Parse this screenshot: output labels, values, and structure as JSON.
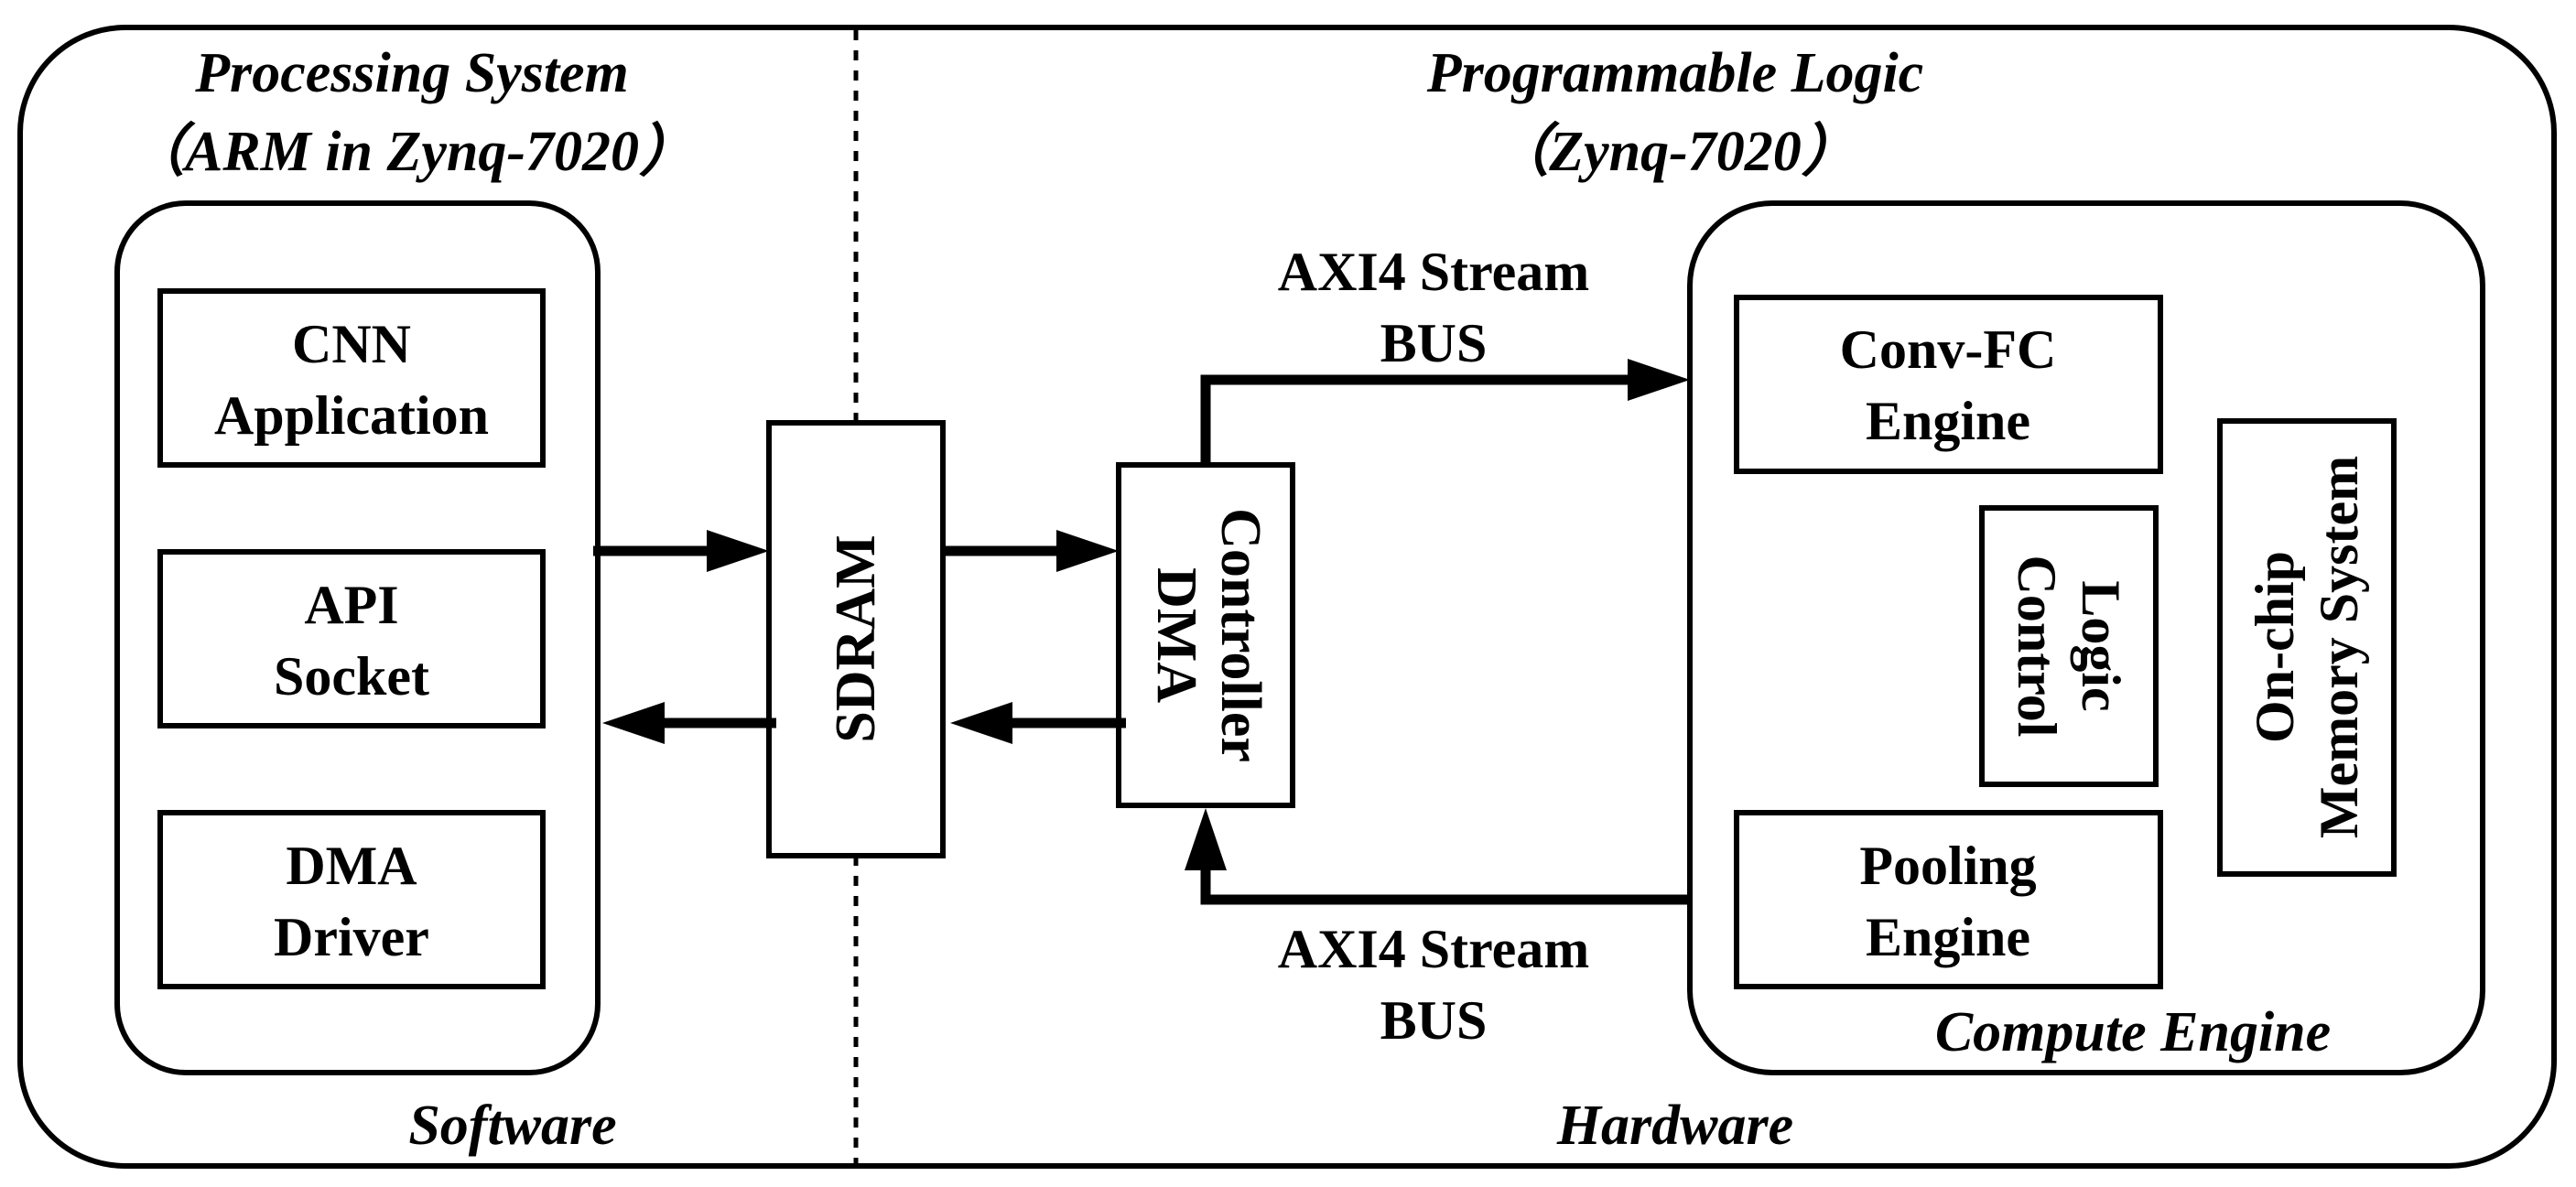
{
  "processing_system": {
    "title_line1": "Processing System",
    "title_line2": "（ARM in Zynq-7020）",
    "footer": "Software",
    "blocks": [
      {
        "line1": "CNN",
        "line2": "Application"
      },
      {
        "line1": "API",
        "line2": "Socket"
      },
      {
        "line1": "DMA",
        "line2": "Driver"
      }
    ]
  },
  "programmable_logic": {
    "title_line1": "Programmable Logic",
    "title_line2": "（Zynq-7020）",
    "footer": "Hardware"
  },
  "sdram": {
    "label": "SDRAM"
  },
  "dma_controller": {
    "line1": "DMA",
    "line2": "Controller"
  },
  "bus_top": {
    "line1": "AXI4 Stream",
    "line2": "BUS"
  },
  "bus_bottom": {
    "line1": "AXI4 Stream",
    "line2": "BUS"
  },
  "compute_engine": {
    "footer": "Compute Engine",
    "conv_fc": {
      "line1": "Conv-FC",
      "line2": "Engine"
    },
    "pooling": {
      "line1": "Pooling",
      "line2": "Engine"
    },
    "control": {
      "line1": "Control",
      "line2": "Logic"
    },
    "memory": {
      "line1": "On-chip",
      "line2": "Memory System"
    }
  }
}
